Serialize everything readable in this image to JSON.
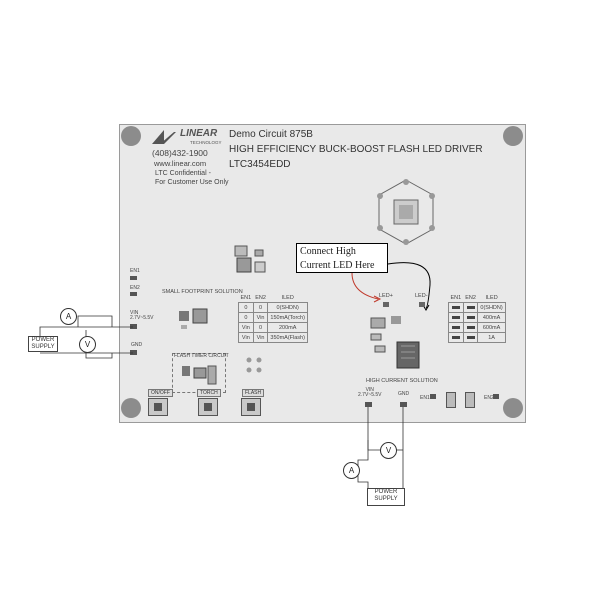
{
  "board": {
    "company": "LINEAR",
    "company_sub": "TECHNOLOGY",
    "phone": "(408)432-1900",
    "website": "www.linear.com",
    "confidential_line1": "LTC Confidential -",
    "confidential_line2": "For Customer Use Only",
    "demo_circuit": "Demo Circuit 875B",
    "description": "HIGH EFFICIENCY BUCK-BOOST FLASH LED DRIVER",
    "part_number": "LTC3454EDD",
    "small_footprint_label": "SMALL FOOTPRINT SOLUTION",
    "high_current_label": "HIGH CURRENT SOLUTION",
    "flash_timer_label": "FLASH TIMER CIRCUIT",
    "led_plus": "LED+",
    "led_minus": "LED-",
    "vin_left": "VIN\n2.7V~5.5V",
    "vin_right": "VIN\n2.7V~5.5V",
    "gnd": "GND",
    "buttons": {
      "on_off": "ON/OFF",
      "torch": "TORCH",
      "flash": "FLASH"
    }
  },
  "callout": {
    "line1": "Connect High",
    "line2": "Current LED Here"
  },
  "table_left": {
    "headers": [
      "EN1",
      "EN2",
      "ILED"
    ],
    "rows": [
      [
        "0",
        "0",
        "0(SHDN)"
      ],
      [
        "0",
        "Vin",
        "150mA(Torch)"
      ],
      [
        "Vin",
        "0",
        "200mA"
      ],
      [
        "Vin",
        "Vin",
        "350mA(Flash)"
      ]
    ]
  },
  "table_right": {
    "headers": [
      "EN1",
      "EN2",
      "ILED"
    ],
    "rows": [
      [
        "",
        "",
        "0(SHDN)"
      ],
      [
        "",
        "",
        "400mA"
      ],
      [
        "",
        "",
        "600mA"
      ],
      [
        "",
        "",
        "1A"
      ]
    ]
  },
  "external": {
    "ammeter": "A",
    "voltmeter": "V",
    "power_supply": "POWER\nSUPPLY"
  }
}
